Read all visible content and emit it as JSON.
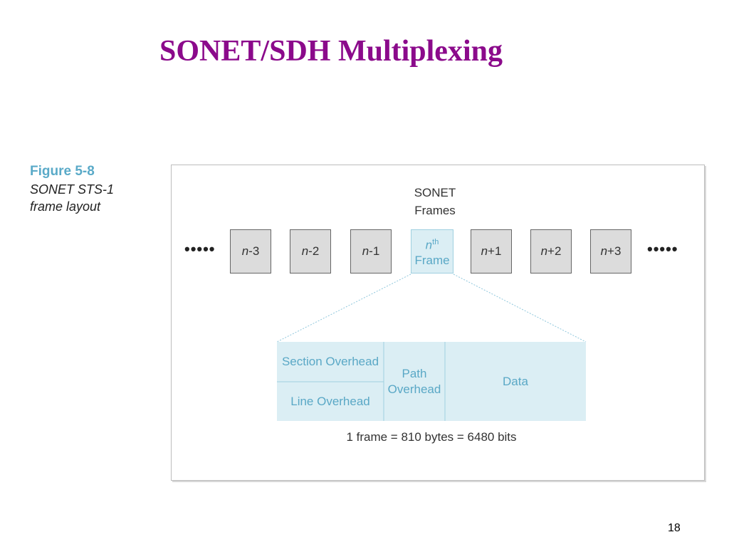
{
  "title": "SONET/SDH Multiplexing",
  "caption": {
    "figure_number": "Figure 5-8",
    "text": "SONET STS-1 frame layout"
  },
  "diagram": {
    "sonet_label_line1": "SONET",
    "sonet_label_line2": "Frames",
    "ellipsis": "•••••",
    "frames": [
      {
        "n": "n",
        "suffix": "-3"
      },
      {
        "n": "n",
        "suffix": "-2"
      },
      {
        "n": "n",
        "suffix": "-1"
      },
      {
        "n": "n",
        "sup": "th",
        "line2": "Frame"
      },
      {
        "n": "n",
        "suffix": "+1"
      },
      {
        "n": "n",
        "suffix": "+2"
      },
      {
        "n": "n",
        "suffix": "+3"
      }
    ],
    "detail": {
      "section_overhead": "Section Overhead",
      "line_overhead": "Line Overhead",
      "path_overhead_line1": "Path",
      "path_overhead_line2": "Overhead",
      "data": "Data"
    },
    "total": "1 frame = 810 bytes = 6480 bits"
  },
  "page_number": "18",
  "colors": {
    "title": "#8b0a8b",
    "accent": "#5aa8c6",
    "detail_fill": "#dbeef4",
    "frame_fill": "#dcdcdc"
  }
}
